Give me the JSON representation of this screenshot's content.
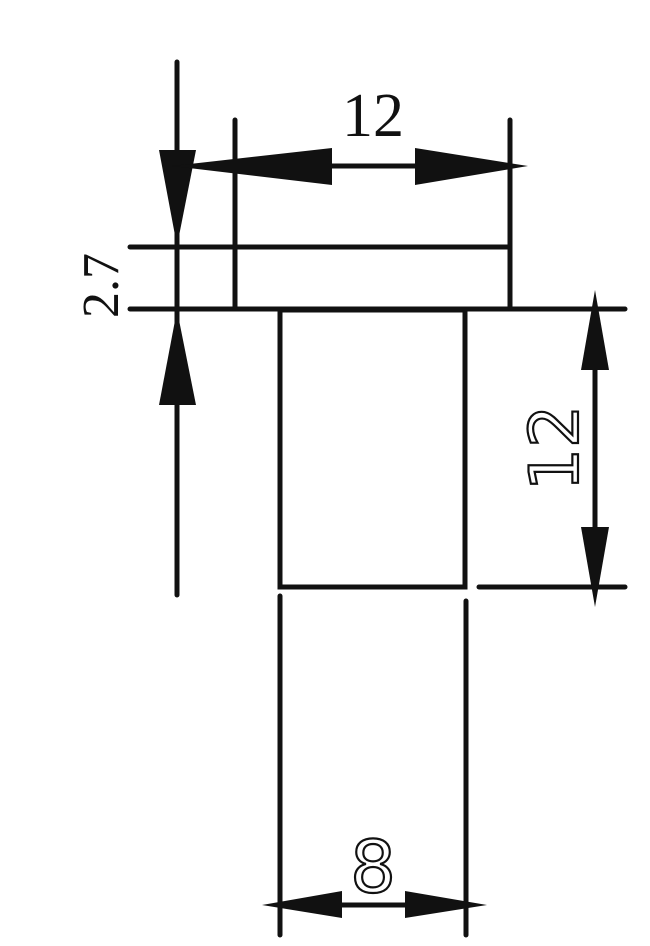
{
  "drawing": {
    "type": "technical-dimension-drawing",
    "line_color": "#111111",
    "background": "#ffffff",
    "dimensions": {
      "flange_width": {
        "label": "12",
        "orientation": "horizontal"
      },
      "flange_thickness": {
        "label": "2.7",
        "orientation": "vertical"
      },
      "body_height": {
        "label": "12",
        "orientation": "vertical"
      },
      "shank_width": {
        "label": "8",
        "orientation": "horizontal"
      }
    }
  }
}
